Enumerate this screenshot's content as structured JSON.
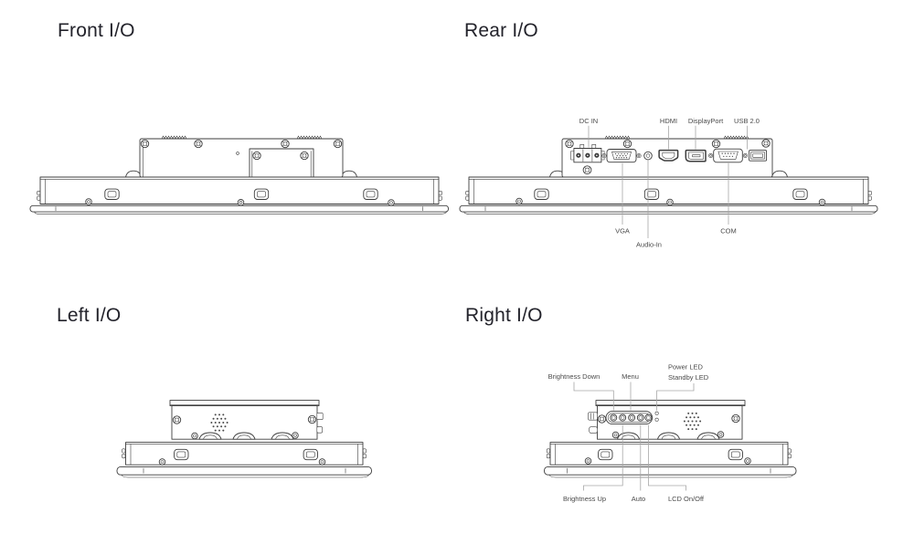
{
  "sections": {
    "front": {
      "title": "Front I/O"
    },
    "rear": {
      "title": "Rear I/O",
      "ports": {
        "dc_in": "DC IN",
        "hdmi": "HDMI",
        "displayport": "DisplayPort",
        "usb": "USB 2.0",
        "vga": "VGA",
        "audio_in": "Audio-In",
        "com": "COM"
      }
    },
    "left": {
      "title": "Left I/O"
    },
    "right": {
      "title": "Right I/O",
      "controls": {
        "brightness_down": "Brightness Down",
        "menu": "Menu",
        "power_led": "Power LED",
        "standby_led": "Standby LED",
        "brightness_up": "Brightness Up",
        "auto": "Auto",
        "lcd_on_off": "LCD On/Off"
      }
    }
  },
  "colors": {
    "background": "#ffffff",
    "line": "#3d3d3d",
    "leader": "#a6a6a6",
    "label": "#4a4a4a",
    "title": "#23232b"
  }
}
